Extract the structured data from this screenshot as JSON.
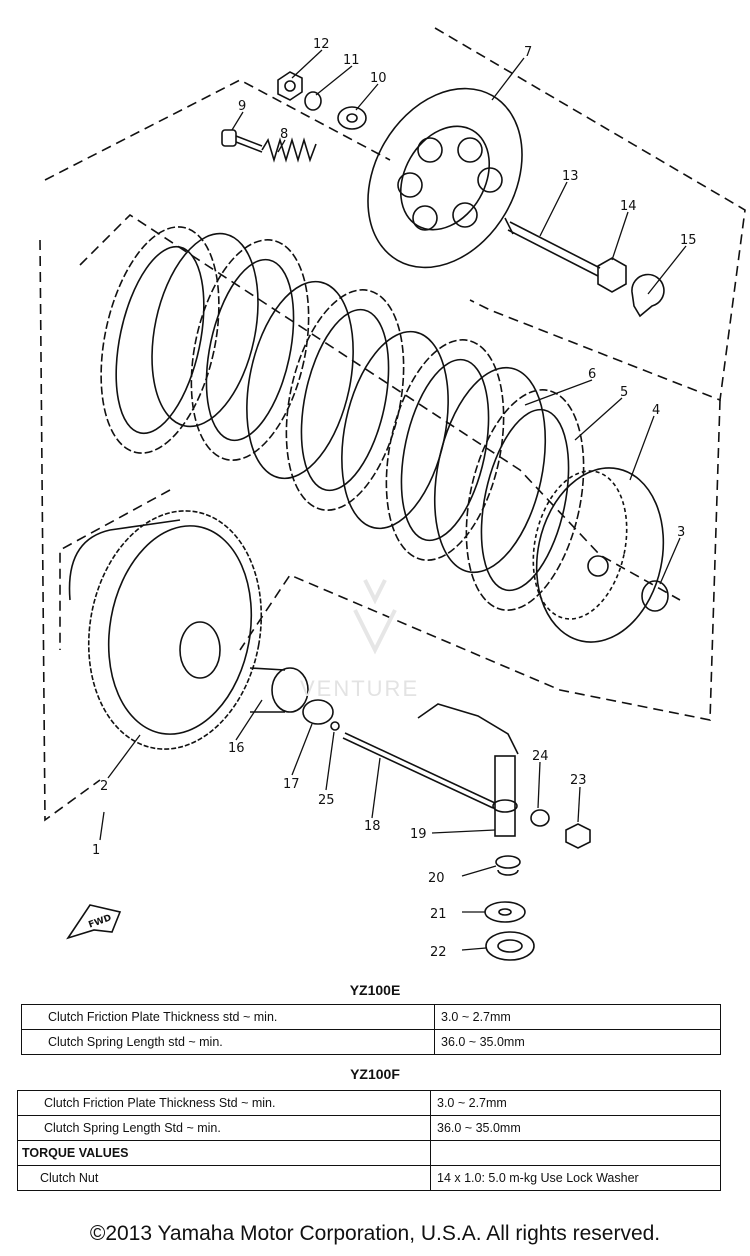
{
  "diagram": {
    "callouts": [
      "1",
      "2",
      "3",
      "4",
      "5",
      "6",
      "7",
      "8",
      "9",
      "10",
      "11",
      "12",
      "13",
      "14",
      "15",
      "16",
      "17",
      "18",
      "19",
      "20",
      "21",
      "22",
      "23",
      "24",
      "25"
    ],
    "direction_label": "FWD"
  },
  "tables": [
    {
      "model": "YZ100E",
      "rows": [
        {
          "label": "Clutch Friction Plate Thickness std ~ min.",
          "value": "3.0 ~ 2.7mm"
        },
        {
          "label": "Clutch Spring Length  std ~ min.",
          "value": "36.0 ~ 35.0mm"
        }
      ]
    },
    {
      "model": "YZ100F",
      "rows": [
        {
          "label": "Clutch Friction Plate Thickness Std ~ min.",
          "value": "3.0 ~ 2.7mm"
        },
        {
          "label": "Clutch Spring Length Std ~ min.",
          "value": "36.0 ~ 35.0mm"
        }
      ],
      "torque_header": "TORQUE VALUES",
      "torque_rows": [
        {
          "label": "Clutch Nut",
          "value": "14 x 1.0: 5.0 m-kg  Use Lock Washer"
        }
      ]
    }
  ],
  "watermark": "VENTURE",
  "copyright": "©2013 Yamaha Motor Corporation, U.S.A. All rights reserved."
}
